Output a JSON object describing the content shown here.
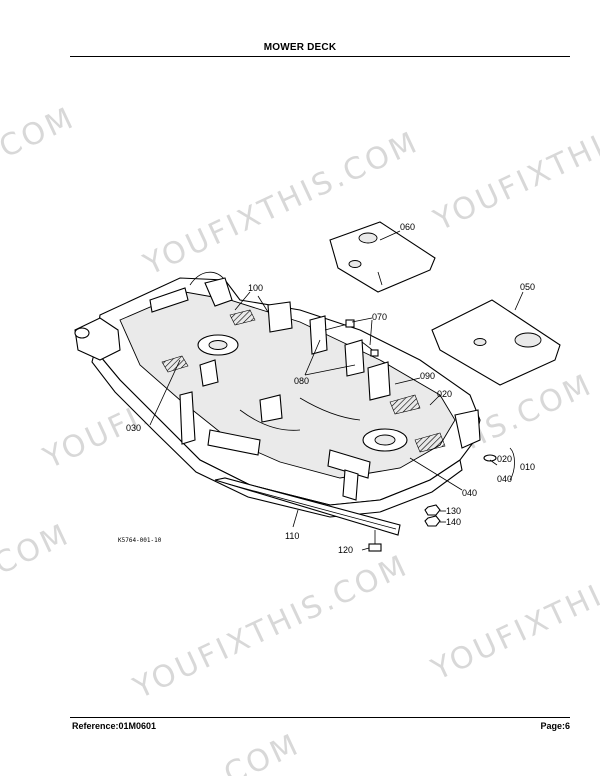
{
  "header": {
    "title": "MOWER DECK"
  },
  "footer": {
    "reference": "Reference:01M0601",
    "page": "Page:6"
  },
  "watermark": {
    "large": "YOUFIXTHIS.COM",
    "fragment_com": ".COM",
    "fragment_youfixthis": "YOUFIXTHIS"
  },
  "drawing": {
    "figure_code": "K5764-001-10",
    "callouts": {
      "c010": "010",
      "c020": "020",
      "c030": "030",
      "c040": "040",
      "c050": "050",
      "c060": "060",
      "c070": "070",
      "c080": "080",
      "c090": "090",
      "c100": "100",
      "c110": "110",
      "c120": "120",
      "c130": "130",
      "c140": "140"
    }
  }
}
